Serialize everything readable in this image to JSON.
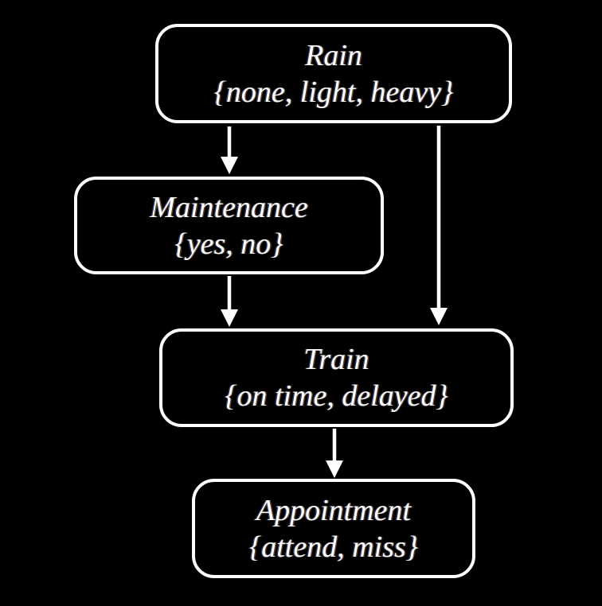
{
  "diagram": {
    "background_color": "#000000",
    "node_border_color": "#ffffff",
    "text_color": "#ffffff",
    "nodes": [
      {
        "id": "rain",
        "label": "Rain",
        "values": "{none, light, heavy}"
      },
      {
        "id": "maintenance",
        "label": "Maintenance",
        "values": "{yes, no}"
      },
      {
        "id": "train",
        "label": "Train",
        "values": "{on time, delayed}"
      },
      {
        "id": "appointment",
        "label": "Appointment",
        "values": "{attend, miss}"
      }
    ],
    "edges": [
      {
        "from": "Rain",
        "to": "Maintenance"
      },
      {
        "from": "Rain",
        "to": "Train"
      },
      {
        "from": "Maintenance",
        "to": "Train"
      },
      {
        "from": "Train",
        "to": "Appointment"
      }
    ]
  }
}
